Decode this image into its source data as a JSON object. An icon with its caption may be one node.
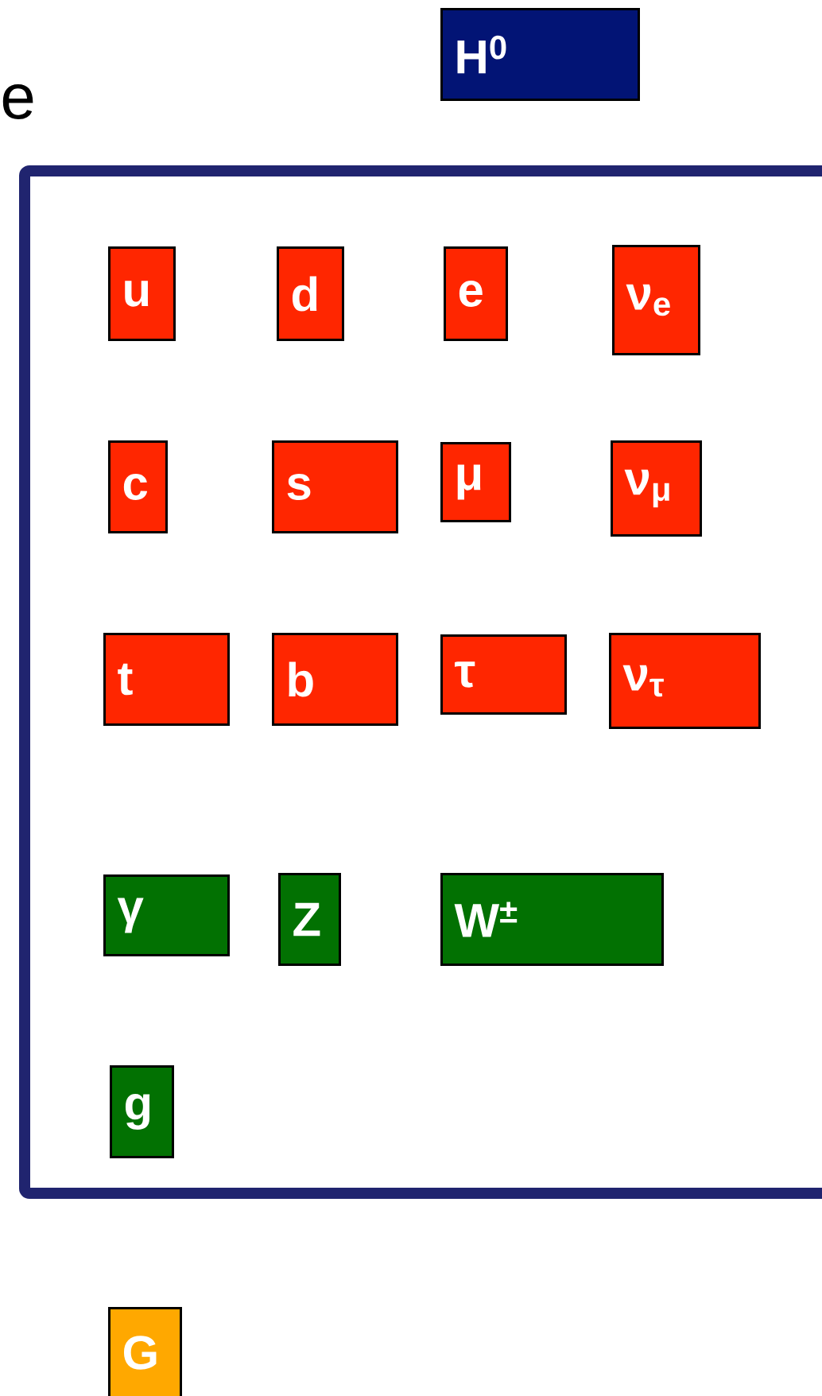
{
  "diagram": {
    "nodes": [
      {
        "text": [
          "H$^{0}$"
        ]
      },
      {
        "text": [],
        "shape": "box"
      },
      {
        "text": [
          "u"
        ],
        "in": 1
      },
      {
        "text": [
          "d"
        ],
        "in": 1
      },
      {
        "text": [
          "e"
        ],
        "in": 1
      },
      {
        "text": [
          "ν$_{e}$"
        ],
        "in": 1
      },
      {
        "text": [
          "c"
        ],
        "in": 1
      },
      {
        "text": [
          "s"
        ],
        "in": 1
      },
      {
        "text": [
          "μ"
        ],
        "in": 1
      },
      {
        "text": [
          "ν$_{μ}$"
        ],
        "in": 1
      },
      {
        "text": [
          "t"
        ],
        "in": 1
      },
      {
        "text": [
          "b"
        ],
        "in": 1
      },
      {
        "text": [
          "τ"
        ],
        "in": 1
      },
      {
        "text": [
          "ν$_{τ}$"
        ],
        "in": 1
      },
      {
        "text": [
          "γ"
        ],
        "in": 1
      },
      {
        "text": [
          "Z"
        ],
        "in": 1
      },
      {
        "text": [
          "W$^{±}$"
        ],
        "in": 1
      },
      {
        "text": [
          "g"
        ],
        "in": 1
      },
      {
        "text": [
          "G"
        ]
      }
    ],
    "labels": [
      "e"
    ]
  }
}
